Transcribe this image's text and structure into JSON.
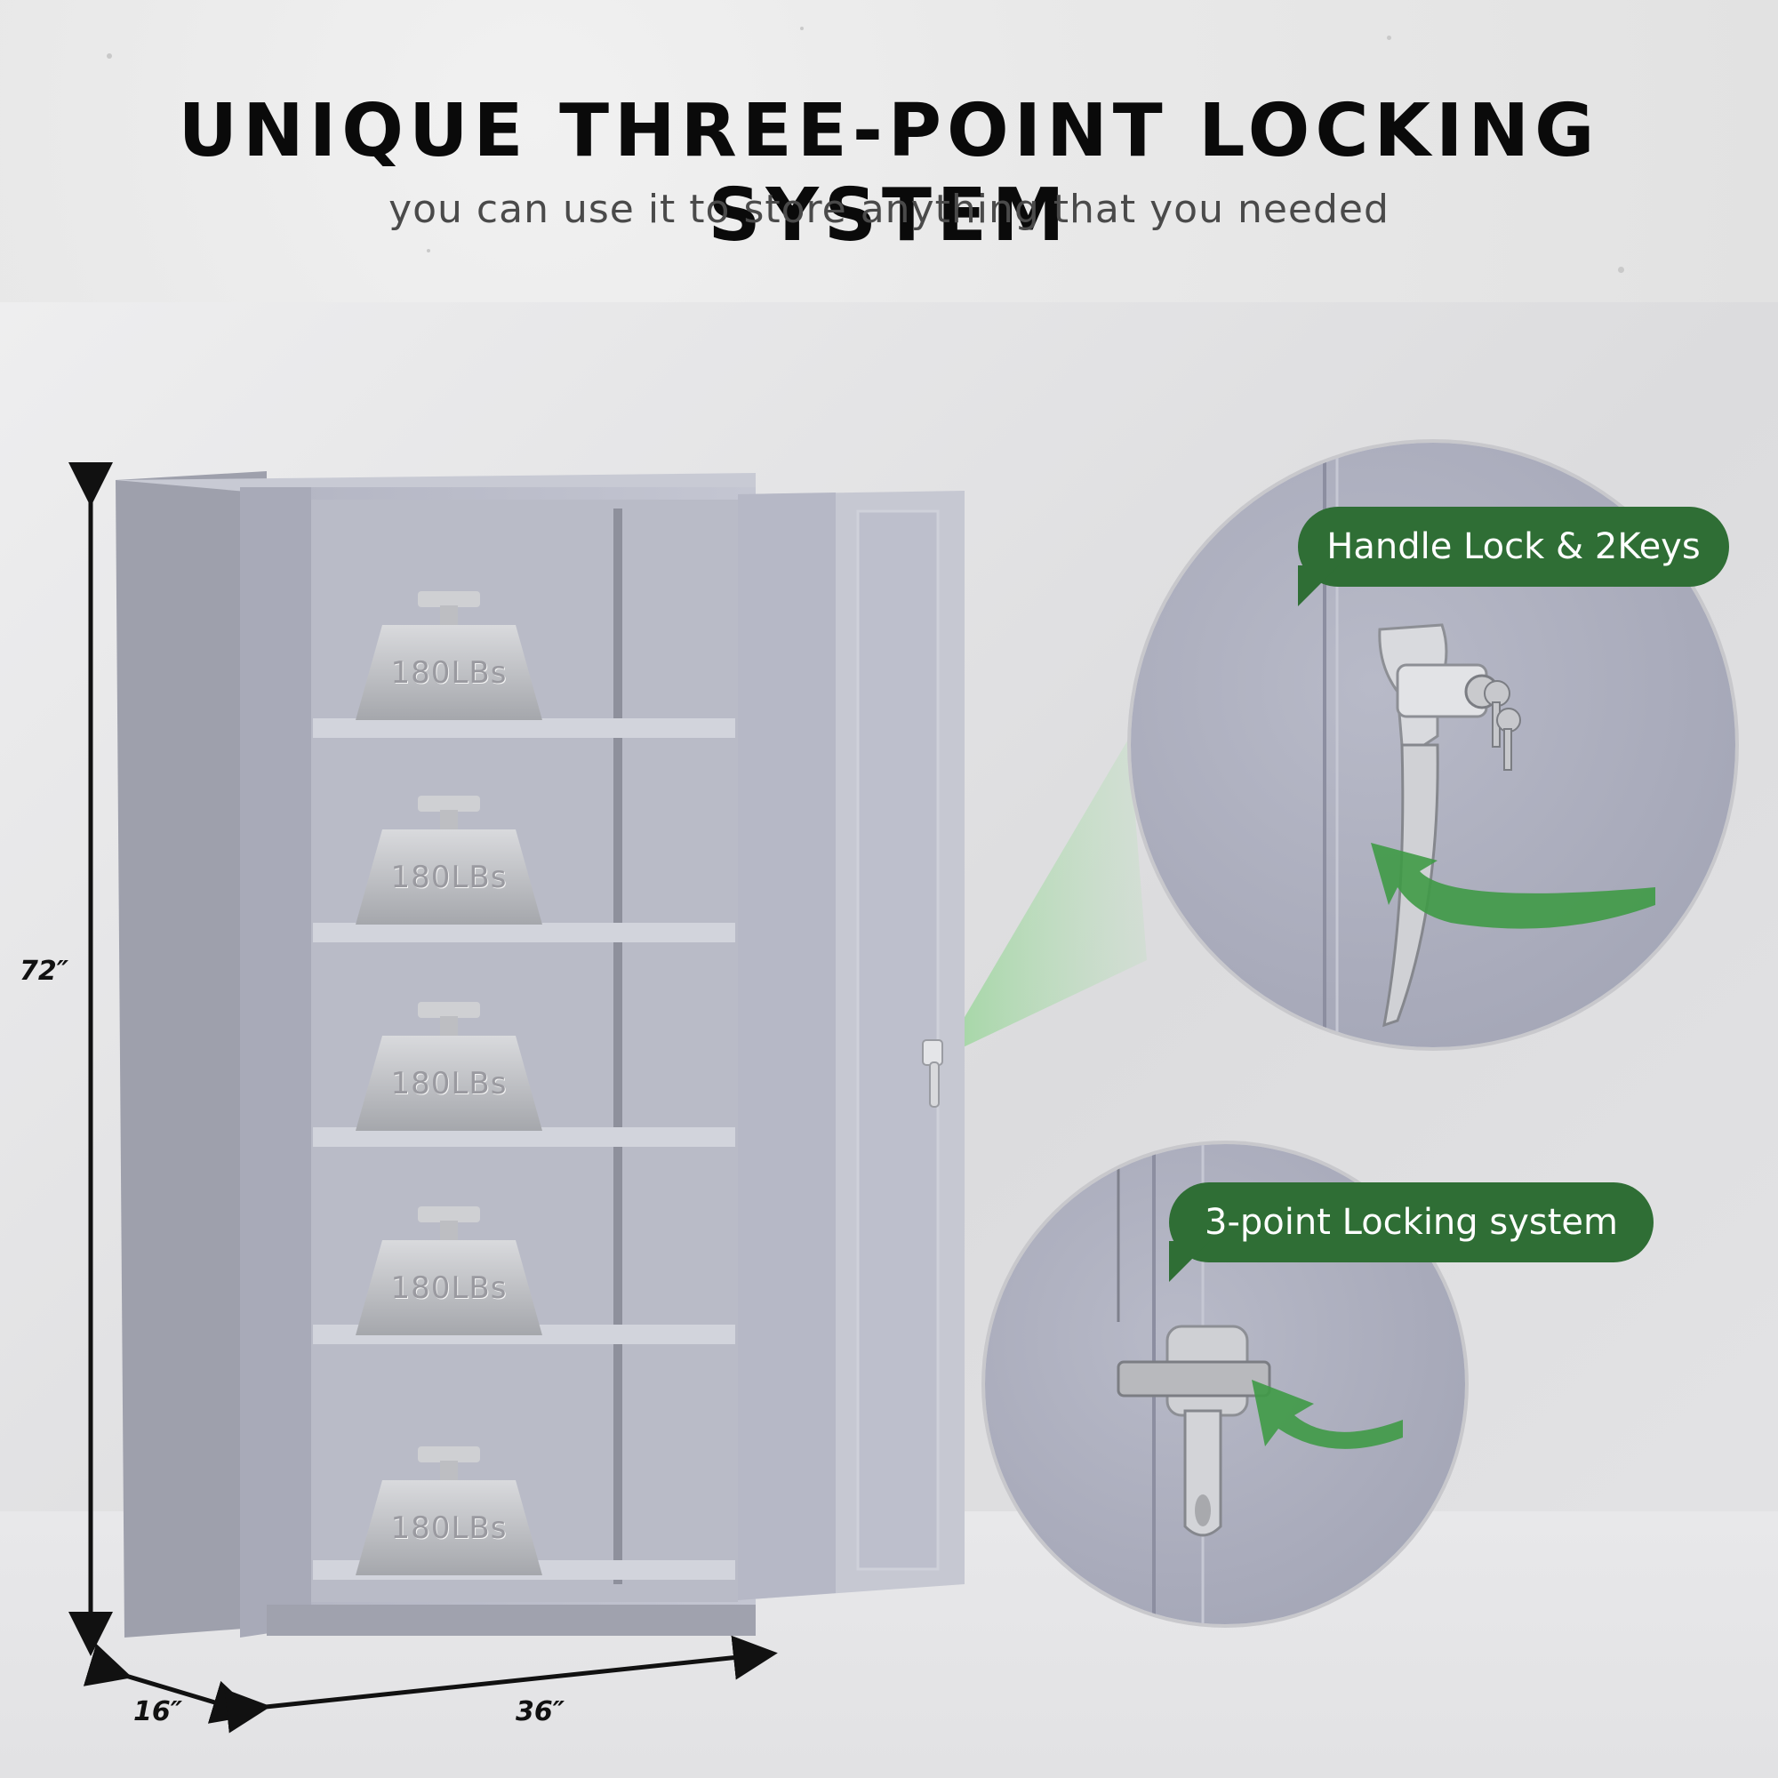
{
  "header": {
    "title": "UNIQUE THREE-POINT LOCKING SYSTEM",
    "subtitle": "you can use it to store anything that you needed"
  },
  "dimensions": {
    "height": "72″",
    "depth": "16″",
    "width": "36″"
  },
  "shelves": {
    "weight_labels": [
      "180LBs",
      "180LBs",
      "180LBs",
      "180LBs",
      "180LBs"
    ]
  },
  "callouts": {
    "handle_lock": "Handle Lock & 2Keys",
    "three_point": "3-point Locking system"
  },
  "colors": {
    "accent_green": "#2f6e35",
    "cabinet_gray": "#a9abbb"
  }
}
